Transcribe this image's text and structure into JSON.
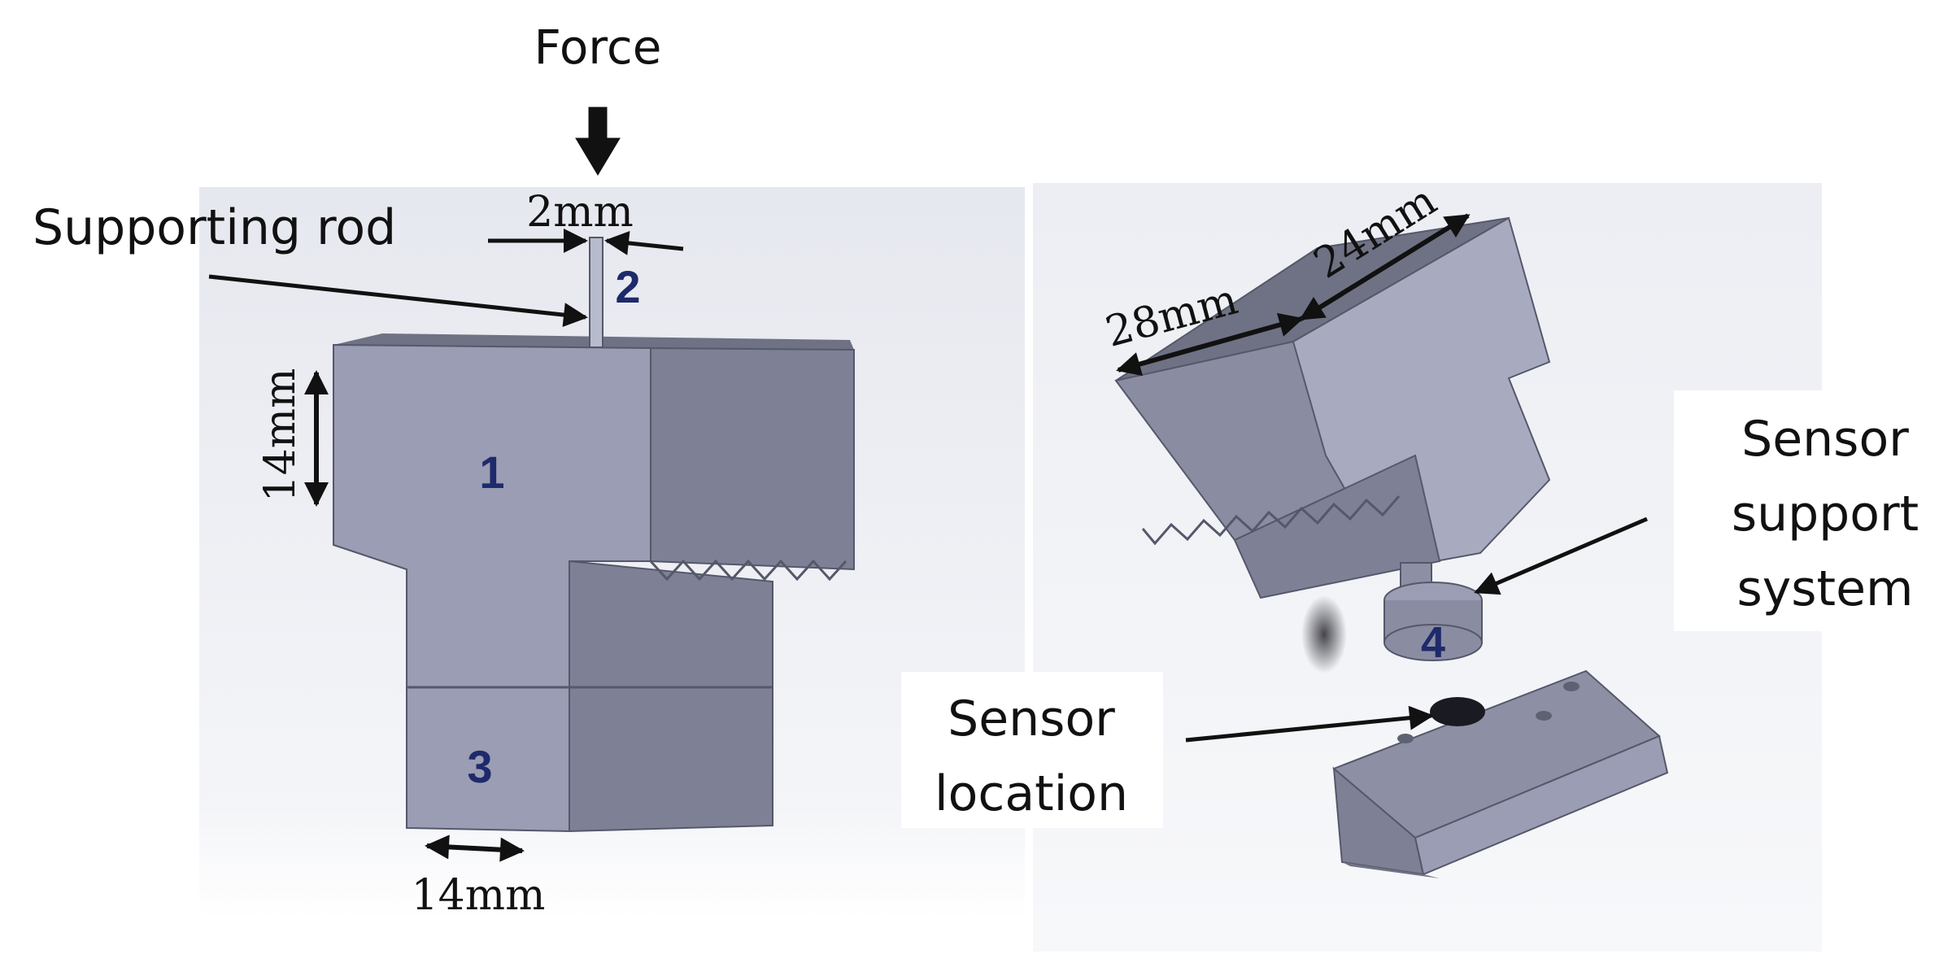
{
  "labels": {
    "force": "Force",
    "supporting_rod": "Supporting rod",
    "sensor_support": [
      "Sensor",
      "support",
      "system"
    ],
    "sensor_location": [
      "Sensor",
      "location"
    ]
  },
  "dimensions": {
    "rod_width": "2mm",
    "height": "14mm",
    "bottom_width": "14mm",
    "left_depth": "28mm",
    "right_depth": "24mm"
  },
  "part_numbers": {
    "p1": "1",
    "p2": "2",
    "p3": "3",
    "p4": "4"
  },
  "colors": {
    "front_face": "#9a9db3",
    "side_face": "#7e8196",
    "top_face": "#6f7284",
    "number": "#1f2a6b",
    "arrow": "#111111"
  }
}
